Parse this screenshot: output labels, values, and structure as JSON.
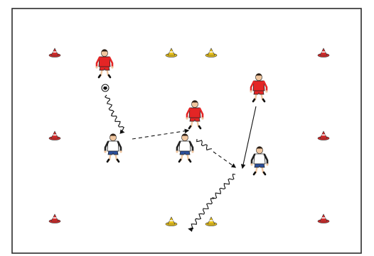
{
  "diagram": {
    "kind": "soccer-training-drill",
    "colors": {
      "field_border": "#2b2b2b",
      "field_background": "#ffffff",
      "cone_red": "#d42a2a",
      "cone_yellow": "#e9c21c",
      "attacker_shirt": "#e42525",
      "defender_shirt": "#ffffff",
      "shorts_defender": "#2d4f9a",
      "skin": "#f1c7a0",
      "hair": "#2a1d14",
      "arrow": "#111111"
    },
    "cone_colors": [
      "red",
      "yellow",
      "yellow",
      "red",
      "red",
      "red",
      "red",
      "yellow",
      "yellow",
      "red"
    ],
    "players": [
      {
        "role": "attacker",
        "team": "red",
        "has_ball": true
      },
      {
        "role": "attacker",
        "team": "red",
        "has_ball": false
      },
      {
        "role": "attacker",
        "team": "red",
        "has_ball": false
      },
      {
        "role": "defender",
        "team": "white",
        "has_ball": false
      },
      {
        "role": "defender",
        "team": "white",
        "has_ball": false
      },
      {
        "role": "defender",
        "team": "white",
        "has_ball": false
      }
    ],
    "movements": [
      {
        "type": "dribble",
        "style": "wavy-line"
      },
      {
        "type": "pass",
        "style": "dashed-arrow"
      },
      {
        "type": "dribble",
        "style": "wavy-line"
      },
      {
        "type": "pass",
        "style": "dashed-arrow"
      },
      {
        "type": "run",
        "style": "solid-arrow"
      },
      {
        "type": "dribble",
        "style": "wavy-line"
      }
    ]
  }
}
